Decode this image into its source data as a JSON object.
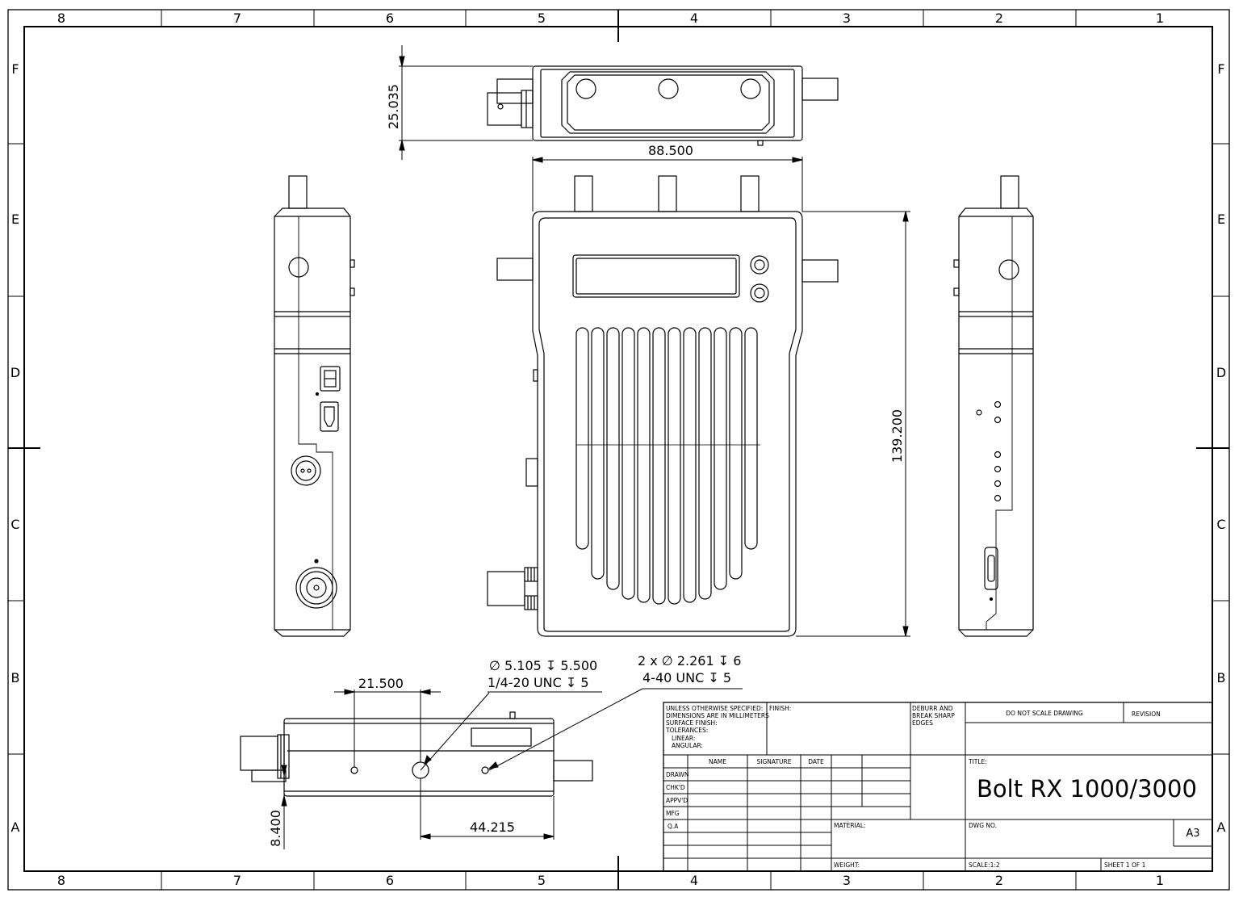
{
  "frame": {
    "columns": [
      "8",
      "7",
      "6",
      "5",
      "4",
      "3",
      "2",
      "1"
    ],
    "rows": [
      "F",
      "E",
      "D",
      "C",
      "B",
      "A"
    ]
  },
  "dimensions": {
    "top_height": "25.035",
    "front_width": "88.500",
    "front_height": "139.200",
    "bottom_offset_x": "21.500",
    "bottom_offset_y": "8.400",
    "bottom_hole_spacing": "44.215"
  },
  "callouts": {
    "tripod_hole": [
      "∅ 5.105 ↧ 5.500",
      "1/4-20 UNC  ↧ 5"
    ],
    "small_holes": [
      "2 x ∅ 2.261 ↧ 6",
      "4-40 UNC  ↧ 5"
    ]
  },
  "title_block": {
    "general_notes": [
      "UNLESS OTHERWISE SPECIFIED:",
      "DIMENSIONS ARE IN MILLIMETERS",
      "SURFACE FINISH:",
      "TOLERANCES:",
      "LINEAR:",
      "ANGULAR:"
    ],
    "finish_label": "FINISH:",
    "deburr_note": [
      "DEBURR AND",
      "BREAK SHARP",
      "EDGES"
    ],
    "do_not_scale": "DO NOT SCALE DRAWING",
    "revision_label": "REVISION",
    "column_headers": [
      "NAME",
      "SIGNATURE",
      "DATE"
    ],
    "row_labels": [
      "DRAWN",
      "CHK'D",
      "APPV'D",
      "MFG",
      "Q.A"
    ],
    "material_label": "MATERIAL:",
    "weight_label": "WEIGHT:",
    "title_label": "TITLE:",
    "title": "Bolt RX 1000/3000",
    "dwg_no_label": "DWG NO.",
    "sheet_size": "A3",
    "scale": "SCALE:1:2",
    "sheet": "SHEET 1 OF 1"
  },
  "colors": {
    "line": "#000000",
    "background": "#ffffff"
  }
}
